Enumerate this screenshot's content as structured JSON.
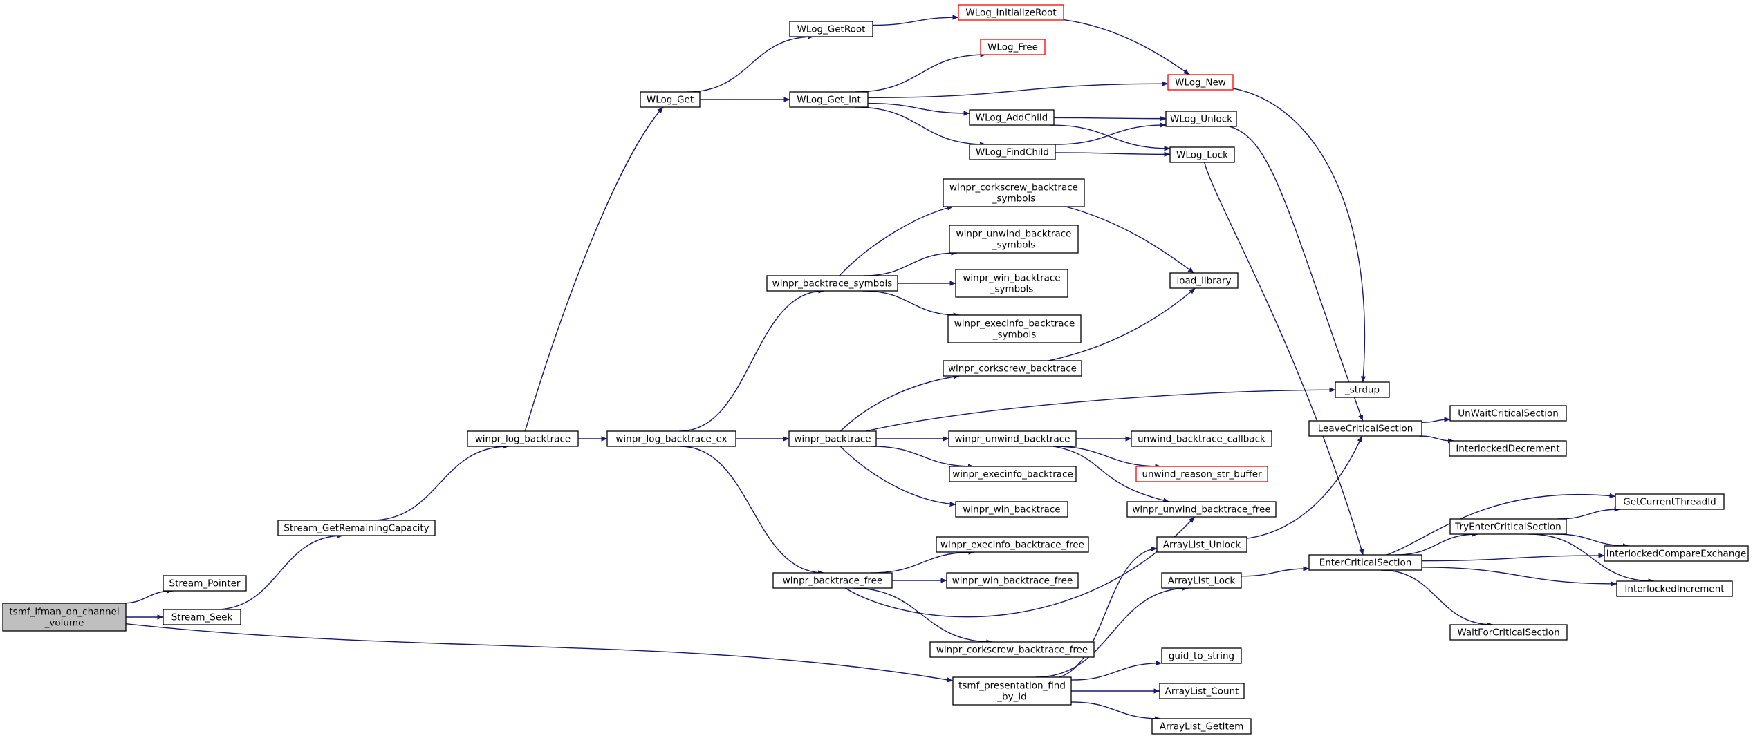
{
  "colors": {
    "edge": "#191970",
    "node_border": "#000000",
    "missing_border": "#ff0000",
    "root_fill": "#bfbfbf",
    "node_fill": "#ffffff"
  },
  "nodes": {
    "root": {
      "lines": [
        "tsmf_ifman_on_channel",
        "_volume"
      ]
    },
    "stream_pointer": {
      "lines": [
        "Stream_Pointer"
      ]
    },
    "stream_seek": {
      "lines": [
        "Stream_Seek"
      ]
    },
    "stream_getremaining": {
      "lines": [
        "Stream_GetRemainingCapacity"
      ]
    },
    "winpr_log_backtrace": {
      "lines": [
        "winpr_log_backtrace"
      ]
    },
    "winpr_log_backtrace_ex": {
      "lines": [
        "winpr_log_backtrace_ex"
      ]
    },
    "wlog_get": {
      "lines": [
        "WLog_Get"
      ]
    },
    "wlog_getroot": {
      "lines": [
        "WLog_GetRoot"
      ]
    },
    "wlog_get_int": {
      "lines": [
        "WLog_Get_int"
      ]
    },
    "wlog_initializeroot": {
      "lines": [
        "WLog_InitializeRoot"
      ]
    },
    "wlog_free": {
      "lines": [
        "WLog_Free"
      ]
    },
    "wlog_new": {
      "lines": [
        "WLog_New"
      ]
    },
    "wlog_addchild": {
      "lines": [
        "WLog_AddChild"
      ]
    },
    "wlog_findchild": {
      "lines": [
        "WLog_FindChild"
      ]
    },
    "wlog_unlock": {
      "lines": [
        "WLog_Unlock"
      ]
    },
    "wlog_lock": {
      "lines": [
        "WLog_Lock"
      ]
    },
    "winpr_backtrace_symbols": {
      "lines": [
        "winpr_backtrace_symbols"
      ]
    },
    "corkscrew_bt_symbols": {
      "lines": [
        "winpr_corkscrew_backtrace",
        "_symbols"
      ]
    },
    "unwind_bt_symbols": {
      "lines": [
        "winpr_unwind_backtrace",
        "_symbols"
      ]
    },
    "win_bt_symbols": {
      "lines": [
        "winpr_win_backtrace",
        "_symbols"
      ]
    },
    "execinfo_bt_symbols": {
      "lines": [
        "winpr_execinfo_backtrace",
        "_symbols"
      ]
    },
    "load_library": {
      "lines": [
        "load_library"
      ]
    },
    "corkscrew_bt": {
      "lines": [
        "winpr_corkscrew_backtrace"
      ]
    },
    "winpr_backtrace": {
      "lines": [
        "winpr_backtrace"
      ]
    },
    "unwind_bt": {
      "lines": [
        "winpr_unwind_backtrace"
      ]
    },
    "execinfo_bt": {
      "lines": [
        "winpr_execinfo_backtrace"
      ]
    },
    "win_bt": {
      "lines": [
        "winpr_win_backtrace"
      ]
    },
    "strdup": {
      "lines": [
        "_strdup"
      ]
    },
    "unwind_bt_callback": {
      "lines": [
        "unwind_backtrace_callback"
      ]
    },
    "unwind_reason_str": {
      "lines": [
        "unwind_reason_str_buffer"
      ]
    },
    "unwind_bt_free": {
      "lines": [
        "winpr_unwind_backtrace_free"
      ]
    },
    "winpr_backtrace_free": {
      "lines": [
        "winpr_backtrace_free"
      ]
    },
    "execinfo_bt_free": {
      "lines": [
        "winpr_execinfo_backtrace_free"
      ]
    },
    "win_bt_free": {
      "lines": [
        "winpr_win_backtrace_free"
      ]
    },
    "corkscrew_bt_free": {
      "lines": [
        "winpr_corkscrew_backtrace_free"
      ]
    },
    "tsmf_find_by_id": {
      "lines": [
        "tsmf_presentation_find",
        "_by_id"
      ]
    },
    "arraylist_unlock": {
      "lines": [
        "ArrayList_Unlock"
      ]
    },
    "arraylist_lock": {
      "lines": [
        "ArrayList_Lock"
      ]
    },
    "guid_to_string": {
      "lines": [
        "guid_to_string"
      ]
    },
    "arraylist_count": {
      "lines": [
        "ArrayList_Count"
      ]
    },
    "arraylist_getitem": {
      "lines": [
        "ArrayList_GetItem"
      ]
    },
    "leavecs": {
      "lines": [
        "LeaveCriticalSection"
      ]
    },
    "entercs": {
      "lines": [
        "EnterCriticalSection"
      ]
    },
    "unwaitcs": {
      "lines": [
        "UnWaitCriticalSection"
      ]
    },
    "interlockeddec": {
      "lines": [
        "InterlockedDecrement"
      ]
    },
    "tryentercs": {
      "lines": [
        "TryEnterCriticalSection"
      ]
    },
    "waitforcs": {
      "lines": [
        "WaitForCriticalSection"
      ]
    },
    "getcurrentthreadid": {
      "lines": [
        "GetCurrentThreadId"
      ]
    },
    "interlockedcmpxchg": {
      "lines": [
        "InterlockedCompareExchange"
      ]
    },
    "interlockedinc": {
      "lines": [
        "InterlockedIncrement"
      ]
    }
  }
}
